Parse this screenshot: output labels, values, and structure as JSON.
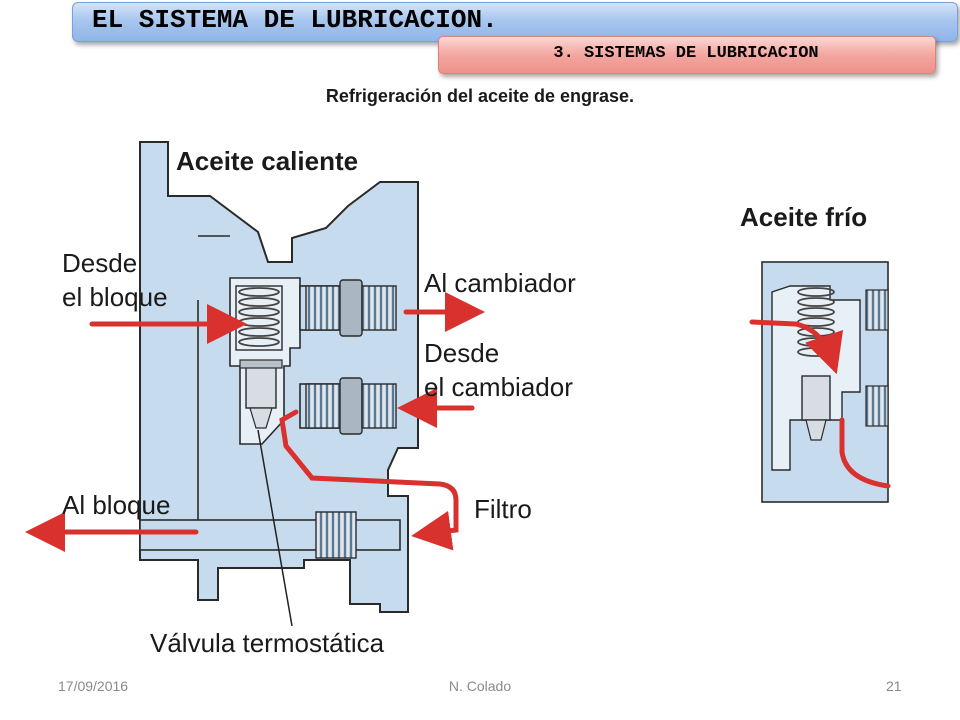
{
  "slide": {
    "title": "EL SISTEMA DE LUBRICACION.",
    "subtitle": "3. SISTEMAS DE LUBRICACION",
    "caption": "Refrigeración del aceite de engrase."
  },
  "diagram": {
    "hot_title": "Aceite caliente",
    "cold_title": "Aceite frío",
    "labels": {
      "desde_bloque_1": "Desde",
      "desde_bloque_2": "el bloque",
      "al_cambiador": "Al cambiador",
      "desde_cambiador_1": "Desde",
      "desde_cambiador_2": "el cambiador",
      "al_bloque": "Al bloque",
      "filtro": "Filtro",
      "valvula": "Válvula termostática"
    },
    "colors": {
      "body_fill": "#c6dcee",
      "outline": "#2a2a2a",
      "arrow": "#d9322e",
      "thread": "#6f8fa8"
    }
  },
  "footer": {
    "date": "17/09/2016",
    "author": "N. Colado",
    "page": "21"
  }
}
